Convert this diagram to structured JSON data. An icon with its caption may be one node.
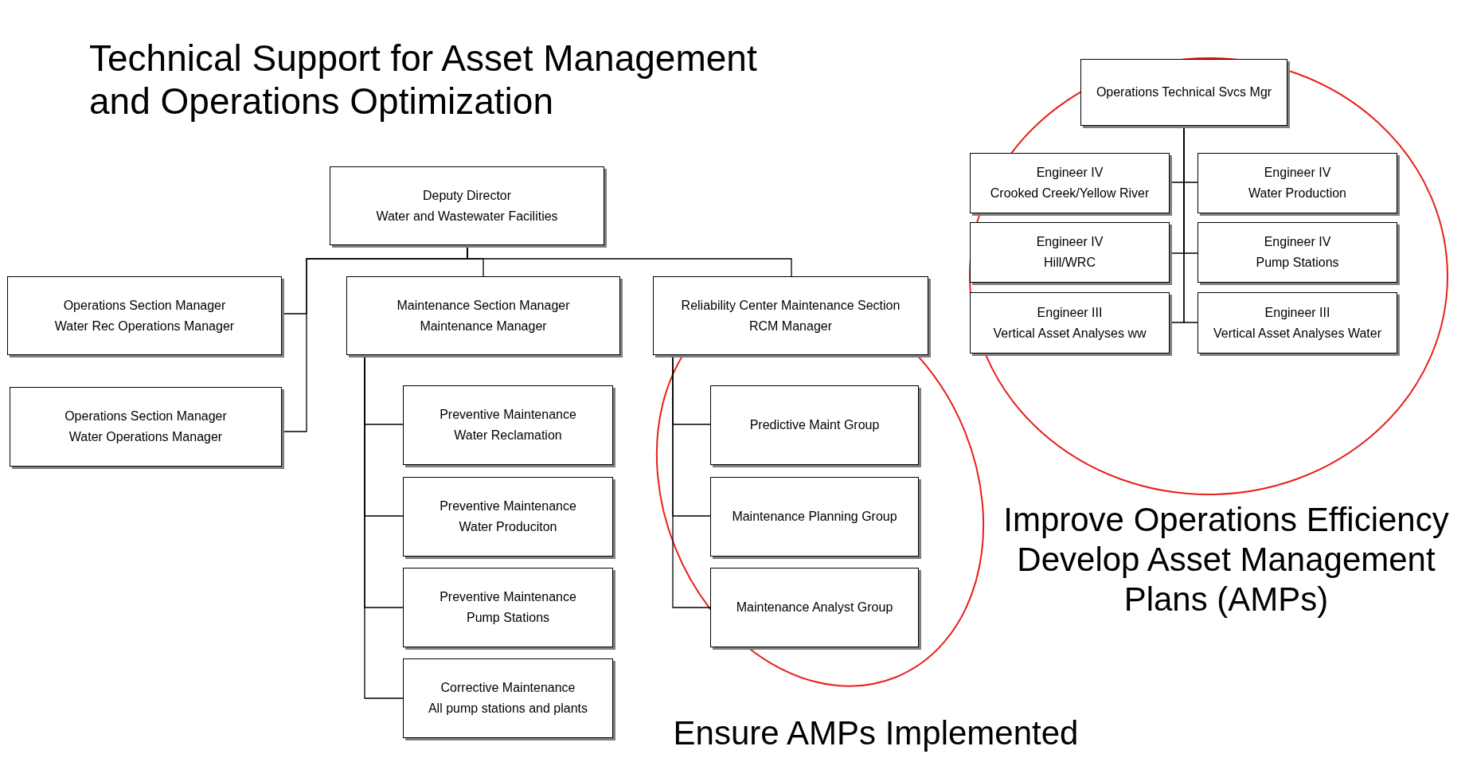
{
  "diagram": {
    "title": "Technical Support for Asset Management and Operations Optimization",
    "nodes": [
      {
        "text": [
          "Deputy Director",
          "Water and Wastewater Facilities"
        ]
      },
      {
        "text": [
          "Operations Section Manager",
          "Water Rec Operations Manager"
        ]
      },
      {
        "text": [
          "Operations Section Manager",
          "Water Operations Manager"
        ]
      },
      {
        "text": [
          "Maintenance Section Manager",
          "Maintenance Manager"
        ]
      },
      {
        "text": [
          "Reliability Center Maintenance Section",
          "RCM Manager"
        ]
      },
      {
        "text": [
          "Preventive Maintenance",
          "Water Reclamation"
        ]
      },
      {
        "text": [
          "Preventive Maintenance",
          "Water Produciton"
        ]
      },
      {
        "text": [
          "Preventive Maintenance",
          "Pump Stations"
        ]
      },
      {
        "text": [
          "Corrective Maintenance",
          "All pump stations and plants"
        ]
      },
      {
        "text": [
          "Predictive Maint Group"
        ]
      },
      {
        "text": [
          "Maintenance Planning Group"
        ]
      },
      {
        "text": [
          "Maintenance Analyst Group"
        ]
      },
      {
        "text": [
          "Operations Technical Svcs Mgr"
        ]
      },
      {
        "text": [
          "Engineer IV",
          "Crooked Creek/Yellow River"
        ]
      },
      {
        "text": [
          "Engineer IV",
          "Water Production"
        ]
      },
      {
        "text": [
          "Engineer IV",
          "Hill/WRC"
        ]
      },
      {
        "text": [
          "Engineer IV",
          "Pump Stations"
        ]
      },
      {
        "text": [
          "Engineer III",
          "Vertical Asset Analyses ww"
        ]
      },
      {
        "text": [
          "Engineer III",
          "Vertical Asset Analyses Water"
        ]
      }
    ],
    "edges": [
      {
        "from": 0,
        "to": 1,
        "arrow": "none"
      },
      {
        "from": 0,
        "to": 2,
        "arrow": "none"
      },
      {
        "from": 0,
        "to": 3,
        "arrow": "none"
      },
      {
        "from": 0,
        "to": 4,
        "arrow": "none"
      },
      {
        "from": 3,
        "to": 5,
        "arrow": "none"
      },
      {
        "from": 3,
        "to": 6,
        "arrow": "none"
      },
      {
        "from": 3,
        "to": 7,
        "arrow": "none"
      },
      {
        "from": 3,
        "to": 8,
        "arrow": "none"
      },
      {
        "from": 4,
        "to": 9,
        "arrow": "none"
      },
      {
        "from": 4,
        "to": 10,
        "arrow": "none"
      },
      {
        "from": 4,
        "to": 11,
        "arrow": "none"
      },
      {
        "from": 12,
        "to": 13,
        "arrow": "none"
      },
      {
        "from": 12,
        "to": 14,
        "arrow": "none"
      },
      {
        "from": 12,
        "to": 15,
        "arrow": "none"
      },
      {
        "from": 12,
        "to": 16,
        "arrow": "none"
      },
      {
        "from": 12,
        "to": 17,
        "arrow": "none"
      },
      {
        "from": 12,
        "to": 18,
        "arrow": "none"
      }
    ],
    "labels": [
      "Improve Operations Efficiency Develop Asset Management Plans (AMPs)",
      "Ensure AMPs Implemented"
    ]
  }
}
